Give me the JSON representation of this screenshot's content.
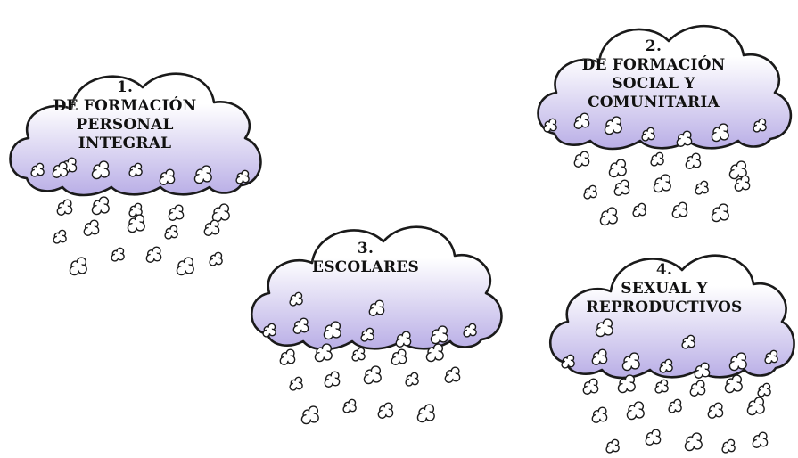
{
  "clouds": [
    {
      "number": "1.",
      "lines": [
        "DE FORMACIÓN",
        "PERSONAL",
        "INTEGRAL"
      ]
    },
    {
      "number": "2.",
      "lines": [
        "DE FORMACIÓN",
        "SOCIAL Y",
        "COMUNITARIA"
      ]
    },
    {
      "number": "3.",
      "lines": [
        "ESCOLARES"
      ]
    },
    {
      "number": "4.",
      "lines": [
        "SEXUAL Y",
        "REPRODUCTIVOS"
      ]
    }
  ],
  "colors": {
    "cloud_fill_top": "#ffffff",
    "cloud_fill_bottom": "#b9aee6",
    "outline": "#1a1a1a",
    "text": "#111111"
  }
}
